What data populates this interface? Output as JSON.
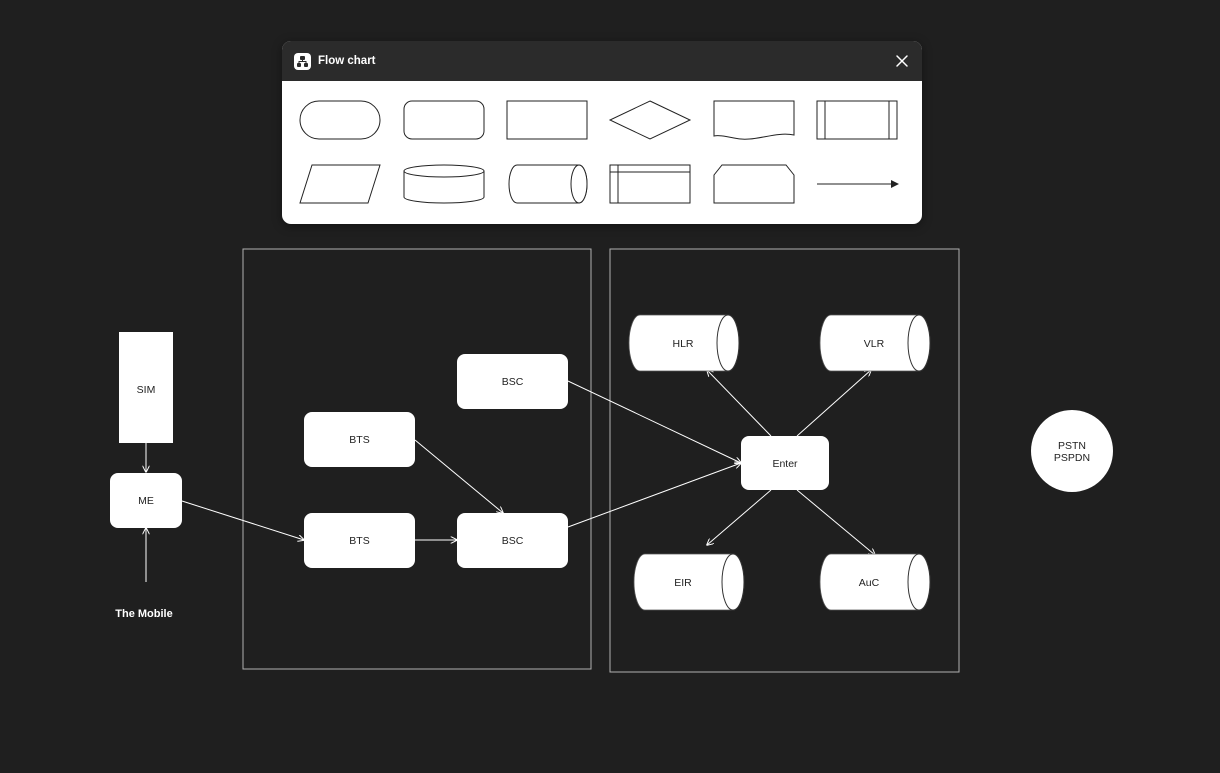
{
  "palette": {
    "title": "Flow chart",
    "icon": "flowchart-icon",
    "close_icon": "close-icon",
    "shapes": [
      "terminator",
      "rounded-rectangle",
      "rectangle",
      "decision",
      "document",
      "predefined-process",
      "data-input-output",
      "cylinder-database",
      "direct-access-storage",
      "internal-storage",
      "manual-input",
      "connector-arrow"
    ]
  },
  "diagram": {
    "nodes": {
      "sim": "SIM",
      "me": "ME",
      "bts_top": "BTS",
      "bts_bottom": "BTS",
      "bsc_top": "BSC",
      "bsc_bottom": "BSC",
      "hlr": "HLR",
      "vlr": "VLR",
      "enter": "Enter",
      "eir": "EIR",
      "auc": "AuC",
      "pstn": "PSTN",
      "pspdn": "PSPDN"
    },
    "mobile_label": "The Mobile"
  },
  "colors": {
    "canvas_background": "#1f1f1f",
    "node_fill": "#ffffff",
    "connector_stroke": "#ffffff",
    "group_border": "#b0b0b0",
    "panel_header": "#2b2b2b"
  }
}
